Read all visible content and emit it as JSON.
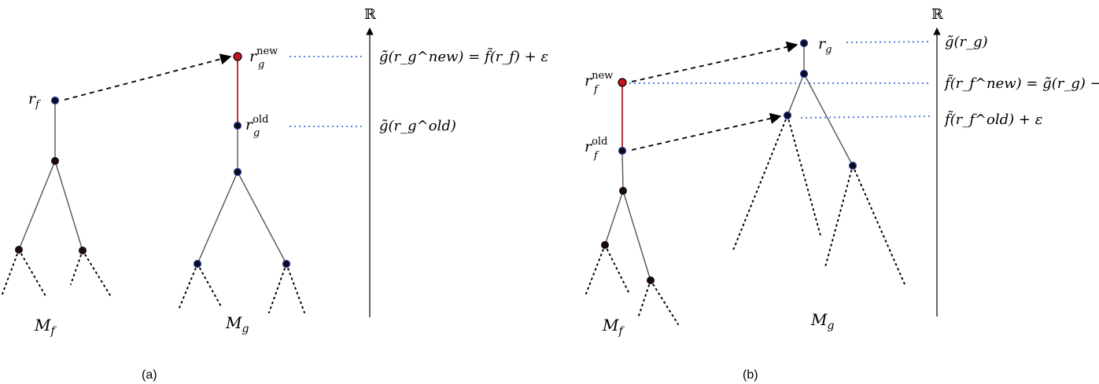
{
  "panel_a": {
    "caption": "(a)",
    "axis_label": "ℝ",
    "tree_f_label": {
      "base": "M",
      "sub": "f"
    },
    "tree_g_label": {
      "base": "M",
      "sub": "g"
    },
    "node_rf": {
      "base": "r",
      "sub": "f"
    },
    "node_rg_new": {
      "base": "r",
      "sub": "g",
      "sup": "new"
    },
    "node_rg_old": {
      "base": "r",
      "sub": "g",
      "sup": "old"
    },
    "eq_top": "g̃(r_g^new) = f̃(r_f) + ε",
    "eq_bottom": "g̃(r_g^old)"
  },
  "panel_b": {
    "caption": "(b)",
    "axis_label": "ℝ",
    "tree_f_label": {
      "base": "M",
      "sub": "f"
    },
    "tree_g_label": {
      "base": "M",
      "sub": "g"
    },
    "node_rg": {
      "base": "r",
      "sub": "g"
    },
    "node_rf_new": {
      "base": "r",
      "sub": "f",
      "sup": "new"
    },
    "node_rf_old": {
      "base": "r",
      "sub": "f",
      "sup": "old"
    },
    "eq_top": "g̃(r_g)",
    "eq_middle": "f̃(r_f^new) = g̃(r_g) − ε",
    "eq_bottom": "f̃(r_f^old) + ε"
  },
  "colors": {
    "node_fill": "#0b0b1e",
    "node_stroke": "#2b3f9e",
    "new_node_fill": "#c4161c",
    "red_edge": "#b22222",
    "guide_line": "#5b7be0"
  }
}
